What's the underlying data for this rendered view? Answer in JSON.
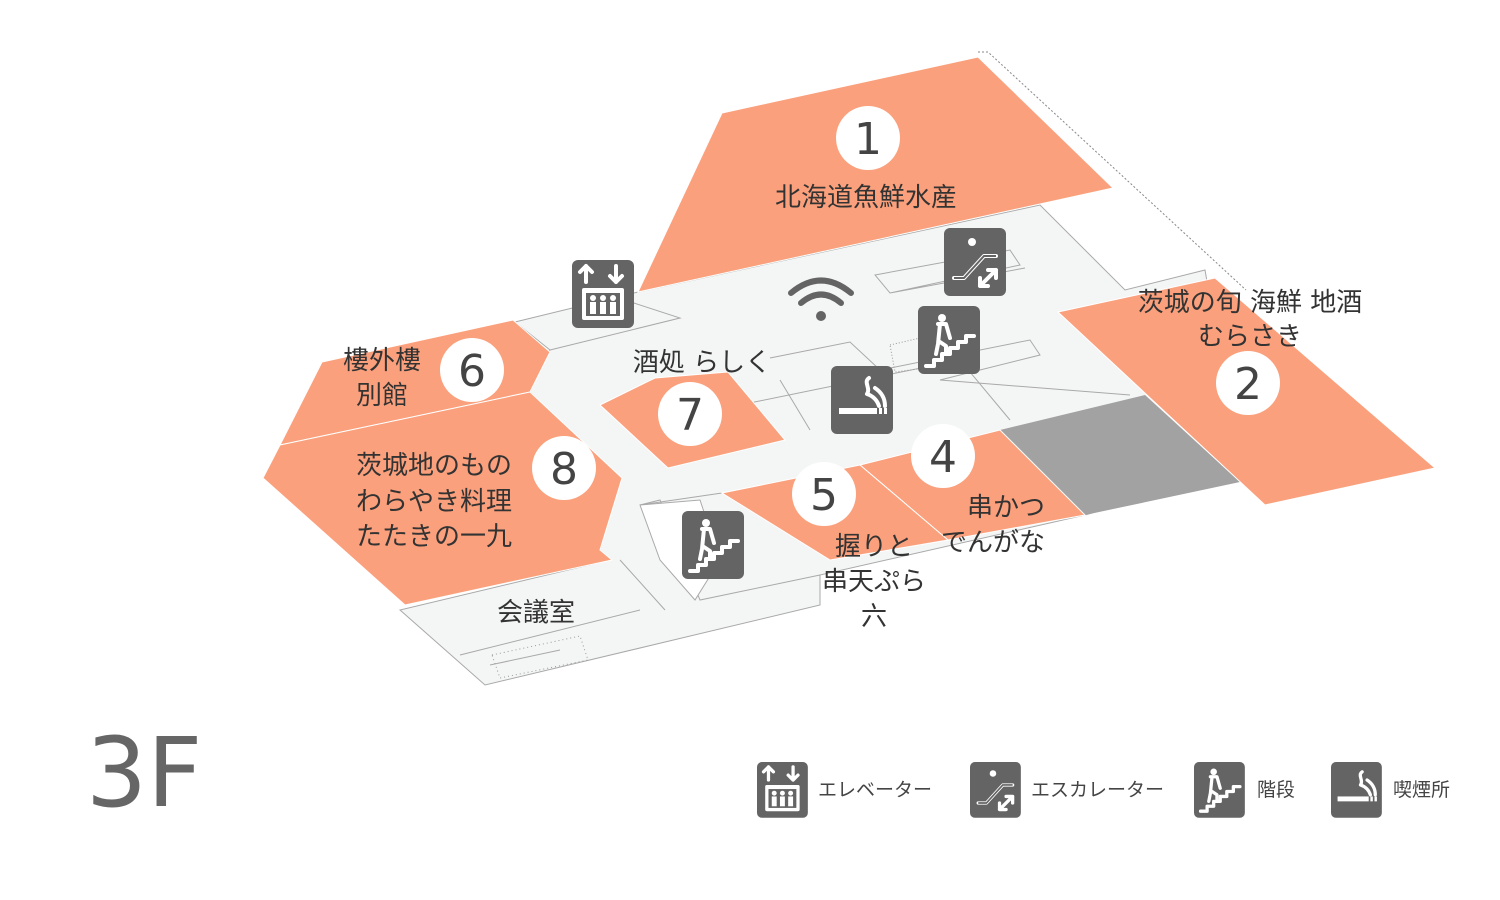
{
  "floor_label": "3F",
  "colors": {
    "shop": "#FBA07C",
    "floor": "#F4F5F5",
    "icon": "#646464",
    "closed_area": "#A2A2A2"
  },
  "shops": [
    {
      "number": "1",
      "name": "北海道魚鮮水産"
    },
    {
      "number": "2",
      "name_line1": "茨城の旬 海鮮 地酒",
      "name_line2": "むらさき"
    },
    {
      "number": "4",
      "name_line1": "串かつ",
      "name_line2": "でんがな"
    },
    {
      "number": "5",
      "name_line1": "握りと",
      "name_line2": "串天ぷら",
      "name_line3": "六"
    },
    {
      "number": "6",
      "name_line1": "樓外樓",
      "name_line2": "別館"
    },
    {
      "number": "7",
      "name": "酒処 らしく"
    },
    {
      "number": "8",
      "name_line1": "茨城地のもの",
      "name_line2": "わらやき料理",
      "name_line3": "たたきの一九"
    }
  ],
  "rooms": {
    "meeting_room": "会議室"
  },
  "legend": [
    {
      "icon": "elevator-icon",
      "label": "エレベーター"
    },
    {
      "icon": "escalator-icon",
      "label": "エスカレーター"
    },
    {
      "icon": "stairs-icon",
      "label": "階段"
    },
    {
      "icon": "smoking-area-icon",
      "label": "喫煙所"
    }
  ]
}
